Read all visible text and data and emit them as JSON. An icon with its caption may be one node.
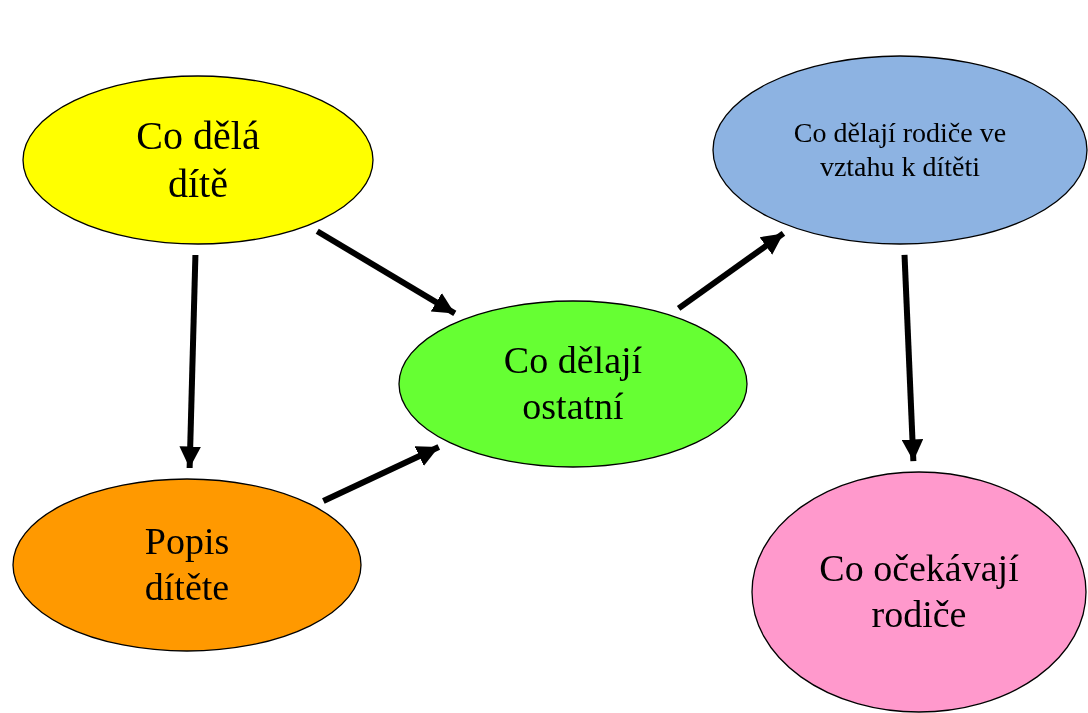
{
  "diagram": {
    "nodes": [
      {
        "text": [
          "Co dělá dítě"
        ]
      },
      {
        "text": [
          "Popis dítěte"
        ]
      },
      {
        "text": [
          "Co dělají ostatní"
        ]
      },
      {
        "text": [
          "Co dělají rodiče ve vztahu k dítěti"
        ]
      },
      {
        "text": [
          "Co očekávají rodiče"
        ]
      }
    ],
    "edges": [
      {
        "from": 0,
        "to": 1,
        "arrow": "to"
      },
      {
        "from": 0,
        "to": 2,
        "arrow": "to"
      },
      {
        "from": 1,
        "to": 2,
        "arrow": "to"
      },
      {
        "from": 2,
        "to": 3,
        "arrow": "to"
      },
      {
        "from": 3,
        "to": 4,
        "arrow": "to"
      }
    ]
  }
}
